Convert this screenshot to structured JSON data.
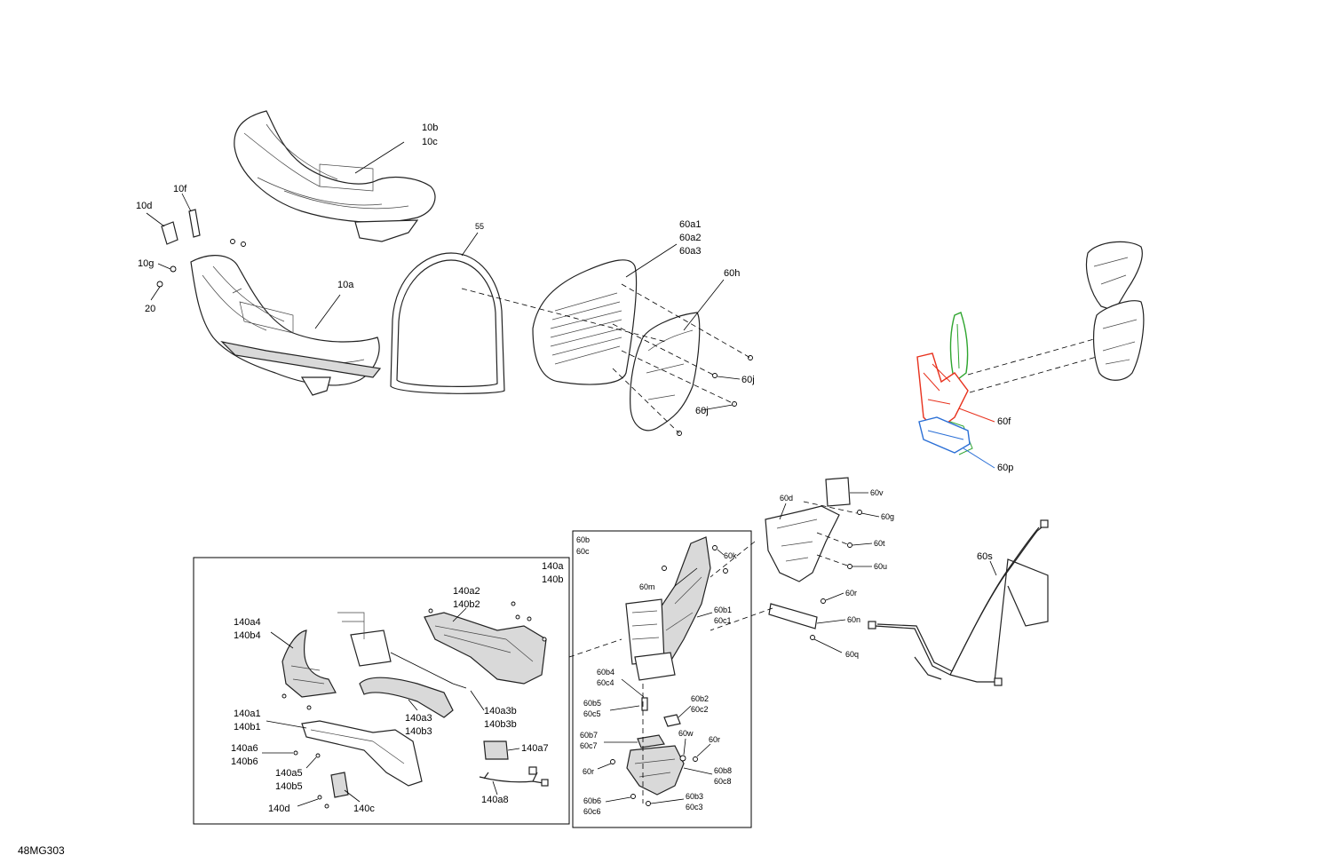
{
  "diagram_code": "48MG303",
  "colors": {
    "red_part": "#e8321e",
    "green_part": "#2fa52f",
    "blue_part": "#2a6fd6",
    "line": "#000000"
  },
  "labels": {
    "l_10b": "10b",
    "l_10c": "10c",
    "l_10f": "10f",
    "l_10d": "10d",
    "l_10g": "10g",
    "l_20": "20",
    "l_10a": "10a",
    "l_55": "55",
    "l_60a1": "60a1",
    "l_60a2": "60a2",
    "l_60a3": "60a3",
    "l_60h": "60h",
    "l_60j_1": "60j",
    "l_60j_2": "60j",
    "l_60f": "60f",
    "l_60p": "60p",
    "l_60d": "60d",
    "l_60v": "60v",
    "l_60g": "60g",
    "l_60t": "60t",
    "l_60u": "60u",
    "l_60r_1": "60r",
    "l_60n": "60n",
    "l_60q": "60q",
    "l_60s": "60s",
    "l_60b": "60b",
    "l_60c": "60c",
    "l_60k": "60k",
    "l_60m": "60m",
    "l_60b1": "60b1",
    "l_60c1": "60c1",
    "l_60b4": "60b4",
    "l_60c4": "60c4",
    "l_60b5": "60b5",
    "l_60c5": "60c5",
    "l_60b2": "60b2",
    "l_60c2": "60c2",
    "l_60b7": "60b7",
    "l_60c7": "60c7",
    "l_60w": "60w",
    "l_60r_2": "60r",
    "l_60r_3": "60r",
    "l_60b8": "60b8",
    "l_60c8": "60c8",
    "l_60b6": "60b6",
    "l_60c6": "60c6",
    "l_60b3": "60b3",
    "l_60c3": "60c3",
    "l_140a": "140a",
    "l_140b": "140b",
    "l_140a2": "140a2",
    "l_140b2": "140b2",
    "l_140a4": "140a4",
    "l_140b4": "140b4",
    "l_140a3b": "140a3b",
    "l_140b3b": "140b3b",
    "l_140a3": "140a3",
    "l_140b3": "140b3",
    "l_140a1": "140a1",
    "l_140b1": "140b1",
    "l_140a6": "140a6",
    "l_140b6": "140b6",
    "l_140a5": "140a5",
    "l_140b5": "140b5",
    "l_140a7": "140a7",
    "l_140a8": "140a8",
    "l_140d": "140d",
    "l_140c": "140c"
  }
}
